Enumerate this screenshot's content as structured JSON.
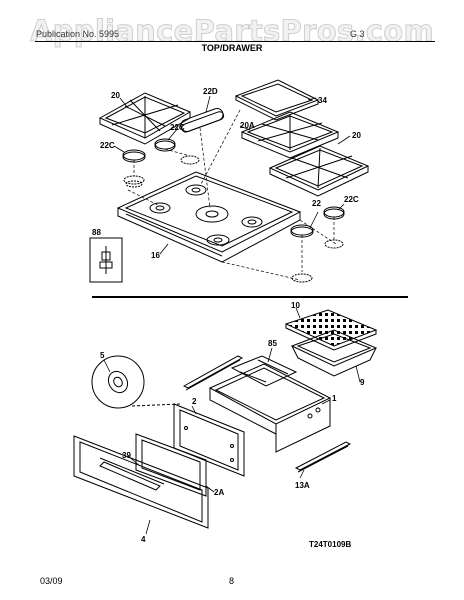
{
  "watermark": "AppliancePartsPros.com",
  "header": {
    "publication_left": "Publication No. 5995",
    "publication_right": "G 3",
    "section_title": "TOP/DRAWER"
  },
  "labels": {
    "l20a": "20",
    "l22d": "22D",
    "l34": "34",
    "l22c_a": "22C",
    "l22c_b": "22C",
    "l20b": "20A",
    "l20c": "20",
    "l22": "22",
    "l22c_c": "22C",
    "l88": "88",
    "l16": "16",
    "l10": "10",
    "l85": "85",
    "l5": "5",
    "l1": "1",
    "l9": "9",
    "l2": "2",
    "l39": "39",
    "l2a": "2A",
    "l4": "4",
    "l13a": "13A"
  },
  "diagram_code": "T24T0109B",
  "footer": {
    "date": "03/09",
    "page_number": "8"
  }
}
